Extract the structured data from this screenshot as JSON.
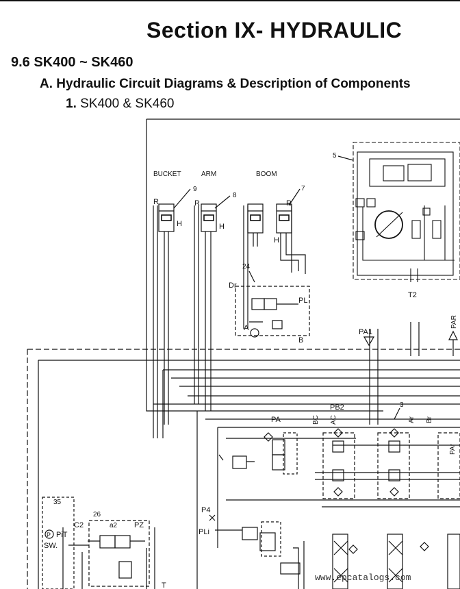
{
  "header": {
    "section_title": "Section IX- HYDRAULIC",
    "subsection": "9.6 SK400 ~ SK460",
    "heading": "A. Hydraulic Circuit Diagrams & Description of Components",
    "item_number": "1.",
    "item_text": "SK400 & SK460"
  },
  "diagram": {
    "labels": {
      "bucket": "BUCKET",
      "arm": "ARM",
      "boom": "BOOM",
      "n9": "9",
      "n8": "8",
      "n7": "7",
      "n5": "5",
      "n24": "24",
      "n3": "3",
      "n26": "26",
      "n35": "35",
      "r1": "R",
      "r2": "R",
      "r3": "R",
      "h1": "H",
      "h2": "H",
      "h3": "H",
      "dr": "Dr",
      "pl": "PL",
      "a": "A",
      "b": "B",
      "pa1": "PA1",
      "par": "PAR",
      "t2": "T2",
      "pb2": "PB2",
      "pa": "PA",
      "bc": "BC",
      "ac": "AC",
      "ar": "Ar",
      "br": "Br",
      "par2": "PAr",
      "p4": "P4",
      "pl2": "PLi",
      "c2": "C2",
      "a2": "a2",
      "pz": "PZ",
      "pit": "PiT",
      "sw": "SW.",
      "p": "P",
      "t": "T"
    }
  },
  "watermark": "www.epcatalogs.com"
}
